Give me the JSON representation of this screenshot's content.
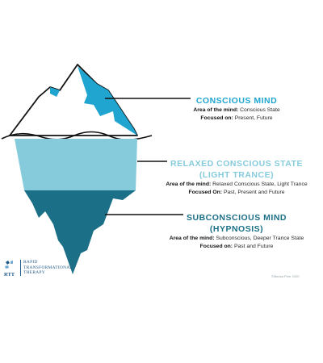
{
  "levels": [
    {
      "title": "CONSCIOUS MIND",
      "line1_key": "Area of the mind:",
      "line1_value": "Conscious State",
      "line2_key": "Focused on:",
      "line2_value": "Present, Future",
      "color": "#1fa5cf"
    },
    {
      "title": "RELAXED CONSCIOUS STATE (LIGHT TRANCE)",
      "line1_key": "Area of the mind:",
      "line1_value": "Relaxed Conscious State, Light Trance",
      "line2_key": "Focused On:",
      "line2_value": "Past, Present and Future",
      "color": "#86cbdc"
    },
    {
      "title": "SUBCONSCIOUS MIND (HYPNOSIS)",
      "line1_key": "Area of the mind:",
      "line1_value": "Subconscious, Deeper Trance State",
      "line2_key": "Focused on:",
      "line2_value": "Past and Future",
      "color": "#1b6f86"
    }
  ],
  "logo": {
    "abbr": "RTT",
    "line1": "RAPID",
    "line2": "TRANSFORMATIONAL",
    "line3": "THERAPY"
  },
  "copyright": "©Marisa Peer 2020"
}
